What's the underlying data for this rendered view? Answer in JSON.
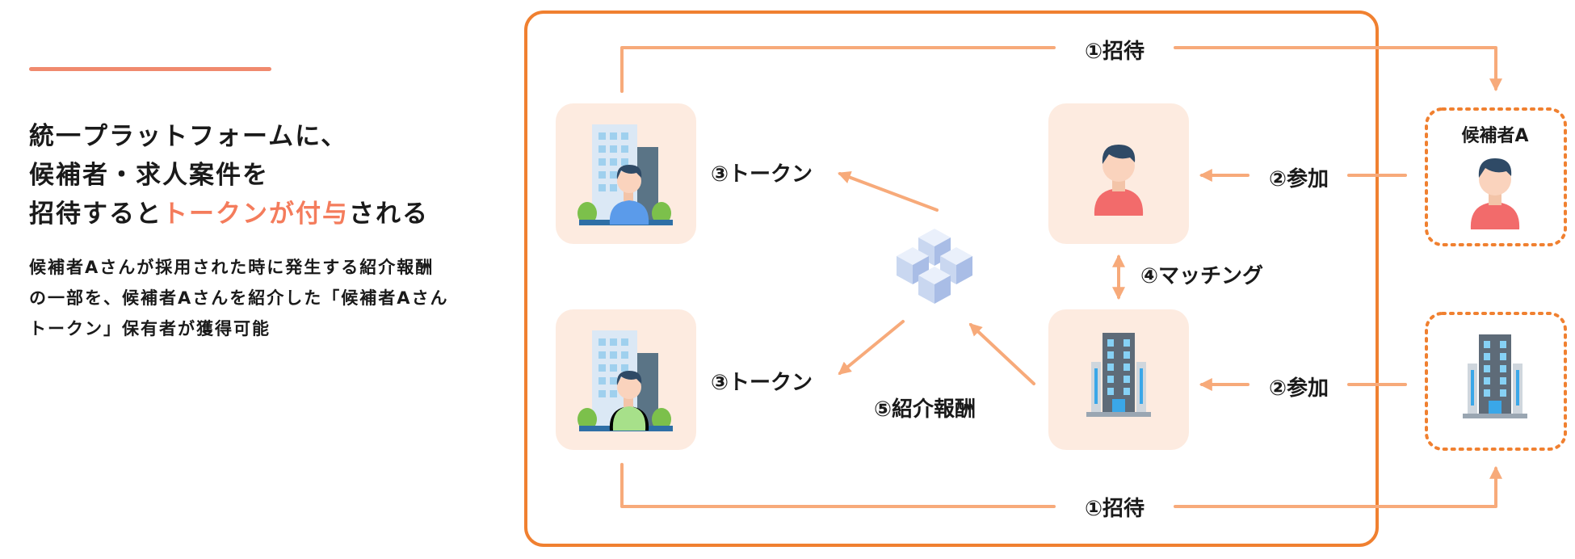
{
  "headline": {
    "line1": "統一プラットフォームに、",
    "line2": "候補者・求人案件を",
    "line3_prefix": "招待すると",
    "line3_highlight": "トークンが付与",
    "line3_suffix": "される"
  },
  "description": "候補者Aさんが採用された時に発生する紹介報酬の一部を、候補者Aさんを紹介した「候補者Aさんトークン」保有者が獲得可能",
  "diagram": {
    "invite_top": "①招待",
    "invite_bottom": "①招待",
    "join_top": "②参加",
    "join_bottom": "②参加",
    "token_top": "③トークン",
    "token_bottom": "③トークン",
    "matching": "④マッチング",
    "referral_reward": "⑤紹介報酬",
    "candidate_label": "候補者A"
  },
  "colors": {
    "frame": "#f08030",
    "arrow": "#f7aa7a",
    "tile": "#fdebe0",
    "highlight": "#f47c5c"
  },
  "icons": {
    "top_left": "office-person-blue-icon",
    "bottom_left": "office-person-green-icon",
    "top_right": "person-icon",
    "bottom_right": "office-building-icon",
    "center": "blockchain-cubes-icon",
    "external_top": "person-icon",
    "external_bottom": "office-building-icon"
  }
}
